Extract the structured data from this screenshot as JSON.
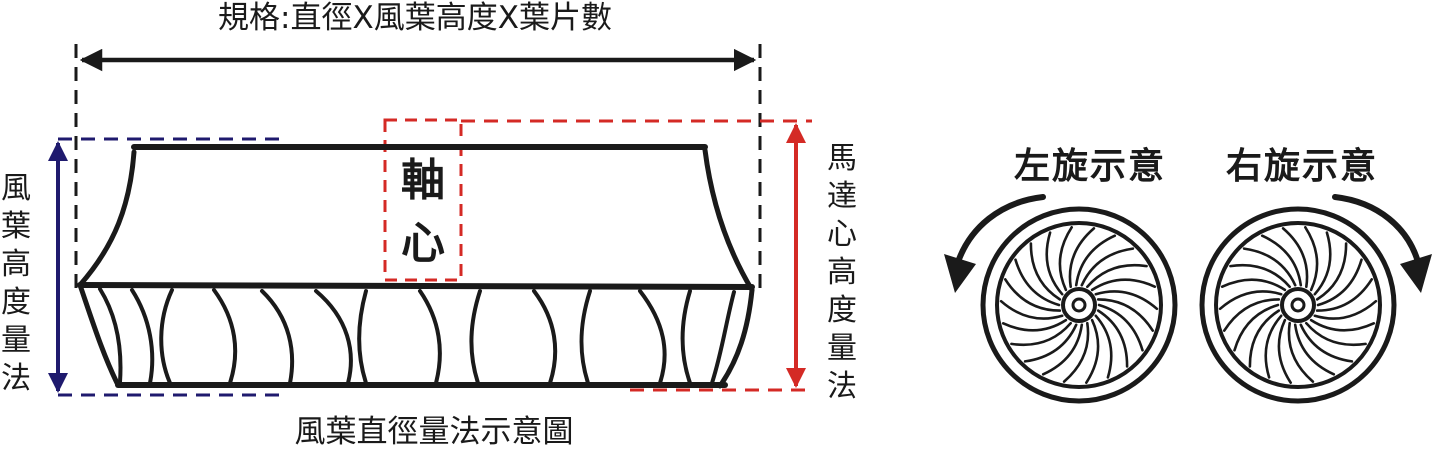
{
  "spec_label": "規格:直徑X風葉高度X葉片數",
  "axis_label_chars": [
    "軸",
    "心"
  ],
  "blade_height_label_chars": [
    "風",
    "葉",
    "高",
    "度",
    "量",
    "法"
  ],
  "motor_height_label_chars": [
    "馬",
    "達",
    "心",
    "高",
    "度",
    "量",
    "法"
  ],
  "caption": "風葉直徑量法示意圖",
  "left_rotation_label": "左旋示意",
  "right_rotation_label": "右旋示意",
  "colors": {
    "ink": "#1a1a1a",
    "blade_height": "#1f1a6e",
    "motor_height": "#d42a25"
  },
  "fan_blade_count": 22
}
